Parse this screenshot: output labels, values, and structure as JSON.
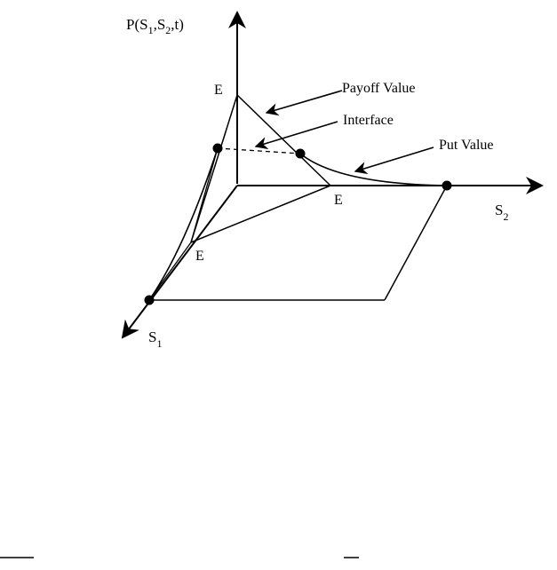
{
  "diagram": {
    "axes": {
      "vertical": {
        "label_main": "P(S",
        "sub1": "1",
        "mid1": ",S",
        "sub2": "2",
        "tail": ",t)"
      },
      "right": {
        "label_main": "S",
        "sub": "2"
      },
      "down_left": {
        "label_main": "S",
        "sub": "1"
      }
    },
    "points": {
      "e_top": "E",
      "e_right": "E",
      "e_left": "E"
    },
    "annotations": {
      "payoff": "Payoff Value",
      "interface": "Interface",
      "put": "Put Value"
    }
  },
  "colors": {
    "stroke": "#000000",
    "background": "#ffffff"
  }
}
